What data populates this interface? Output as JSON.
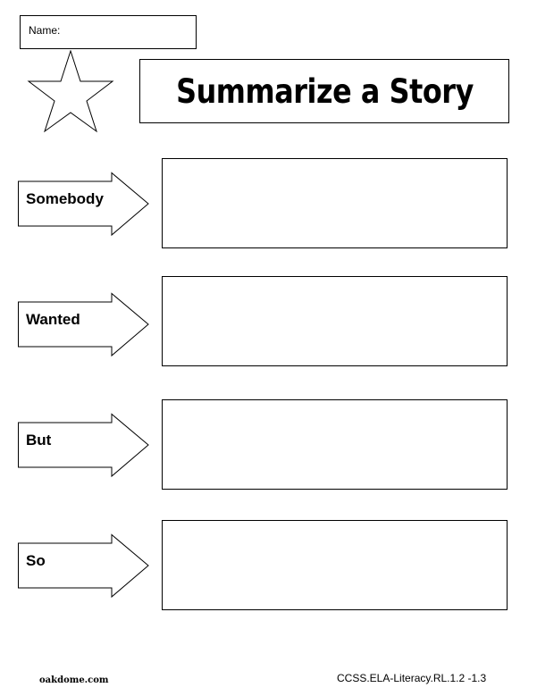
{
  "header": {
    "name_label": "Name:",
    "title": "Summarize a Story"
  },
  "rows": [
    {
      "label": "Somebody"
    },
    {
      "label": "Wanted"
    },
    {
      "label": "But"
    },
    {
      "label": "So"
    }
  ],
  "footer": {
    "website": "oakdome.com",
    "standard": "CCSS.ELA-Literacy.RL.1.2 -1.3"
  }
}
